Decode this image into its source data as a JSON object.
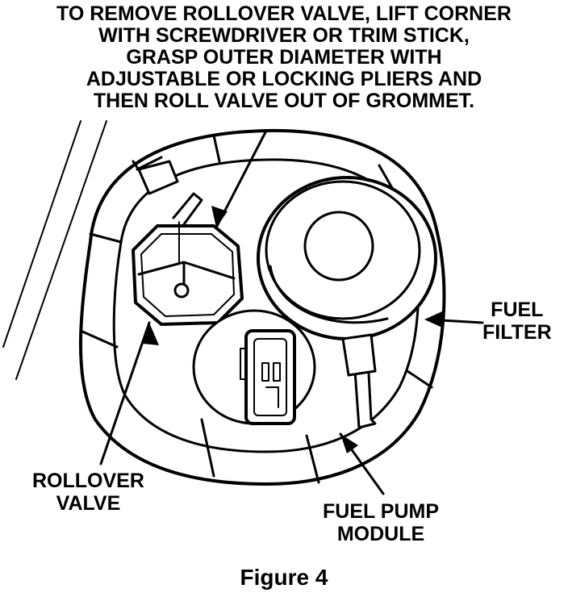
{
  "instruction": {
    "lines": [
      "TO REMOVE ROLLOVER VALVE, LIFT CORNER",
      "WITH SCREWDRIVER OR TRIM STICK,",
      "GRASP OUTER DIAMETER WITH",
      "ADJUSTABLE OR LOCKING PLIERS AND",
      "THEN ROLL VALVE OUT OF GROMMET."
    ]
  },
  "labels": {
    "fuel_filter": [
      "FUEL",
      "FILTER"
    ],
    "rollover_valve": [
      "ROLLOVER",
      "VALVE"
    ],
    "fuel_pump_module": [
      "FUEL PUMP",
      "MODULE"
    ]
  },
  "caption": "Figure 4"
}
